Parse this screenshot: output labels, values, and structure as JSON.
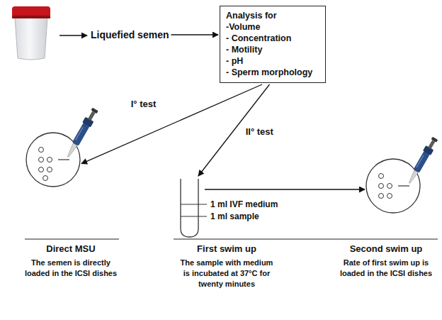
{
  "diagram": {
    "nodes": [
      {
        "text": [
          "Liquefied semen"
        ]
      },
      {
        "text": [
          "Analysis for",
          "-Volume",
          "- Concentration",
          "- Motility",
          "- pH",
          "- Sperm morphology"
        ]
      },
      {
        "text": [
          "Direct MSU",
          "The semen is directly loaded in the ICSI dishes"
        ]
      },
      {
        "text": [
          "First swim up",
          "The sample with medium is incubated at 37°C for twenty minutes"
        ]
      },
      {
        "text": [
          "Second swim up",
          "Rate of first swim up is loaded in the ICSI dishes"
        ]
      }
    ],
    "edges": [
      {
        "from": 0,
        "to": 1,
        "arrow": "to"
      },
      {
        "from": 1,
        "to": 2,
        "arrow": "to",
        "label": "I° test"
      },
      {
        "from": 1,
        "to": 3,
        "arrow": "to",
        "label": "II° test"
      },
      {
        "from": 3,
        "to": 4,
        "arrow": "to"
      }
    ],
    "labels": [
      "1 ml IVF medium",
      "1 ml sample"
    ]
  }
}
